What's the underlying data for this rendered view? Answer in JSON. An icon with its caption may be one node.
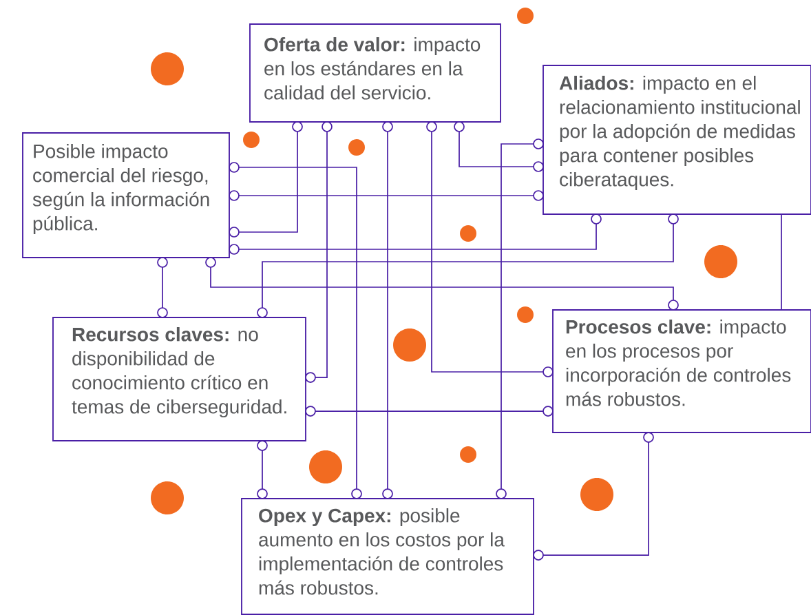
{
  "diagram": {
    "nodes": [
      {
        "text": [
          "Posible impacto comercial del riesgo, según la información pública."
        ]
      },
      {
        "text": [
          "**Oferta de valor:** impacto en los estándares en la calidad del servicio."
        ]
      },
      {
        "text": [
          "**Aliados:** impacto en el relacionamiento institucional por la adopción de medidas para contener posibles ciberataques."
        ]
      },
      {
        "text": [
          "**Recursos claves:** no disponibilidad de conocimiento crítico en temas de ciberseguridad."
        ]
      },
      {
        "text": [
          "**Procesos clave:** impacto en los procesos por incorporación de controles más robustos."
        ]
      },
      {
        "text": [
          "**Opex y Capex:** posible aumento en los costos por la implementación de controles más robustos."
        ]
      }
    ],
    "edges": [
      {
        "from": 1,
        "to": 0,
        "arrow": "other"
      },
      {
        "from": 1,
        "to": 3,
        "arrow": "other"
      },
      {
        "from": 1,
        "to": 5,
        "arrow": "other"
      },
      {
        "from": 1,
        "to": 4,
        "arrow": "other"
      },
      {
        "from": 1,
        "to": 2,
        "arrow": "other"
      },
      {
        "from": 0,
        "to": 5,
        "arrow": "other"
      },
      {
        "from": 0,
        "to": 2,
        "arrow": "other"
      },
      {
        "from": 0,
        "to": 2,
        "arrow": "other"
      },
      {
        "from": 0,
        "to": 3,
        "arrow": "other"
      },
      {
        "from": 0,
        "to": 4,
        "arrow": "other"
      },
      {
        "from": 2,
        "to": 3,
        "arrow": "other"
      },
      {
        "from": 2,
        "to": 5,
        "arrow": "other"
      },
      {
        "from": 2,
        "to": 4,
        "arrow": "none"
      },
      {
        "from": 3,
        "to": 4,
        "arrow": "other"
      },
      {
        "from": 3,
        "to": 5,
        "arrow": "other"
      },
      {
        "from": 4,
        "to": 5,
        "arrow": "other"
      }
    ]
  }
}
